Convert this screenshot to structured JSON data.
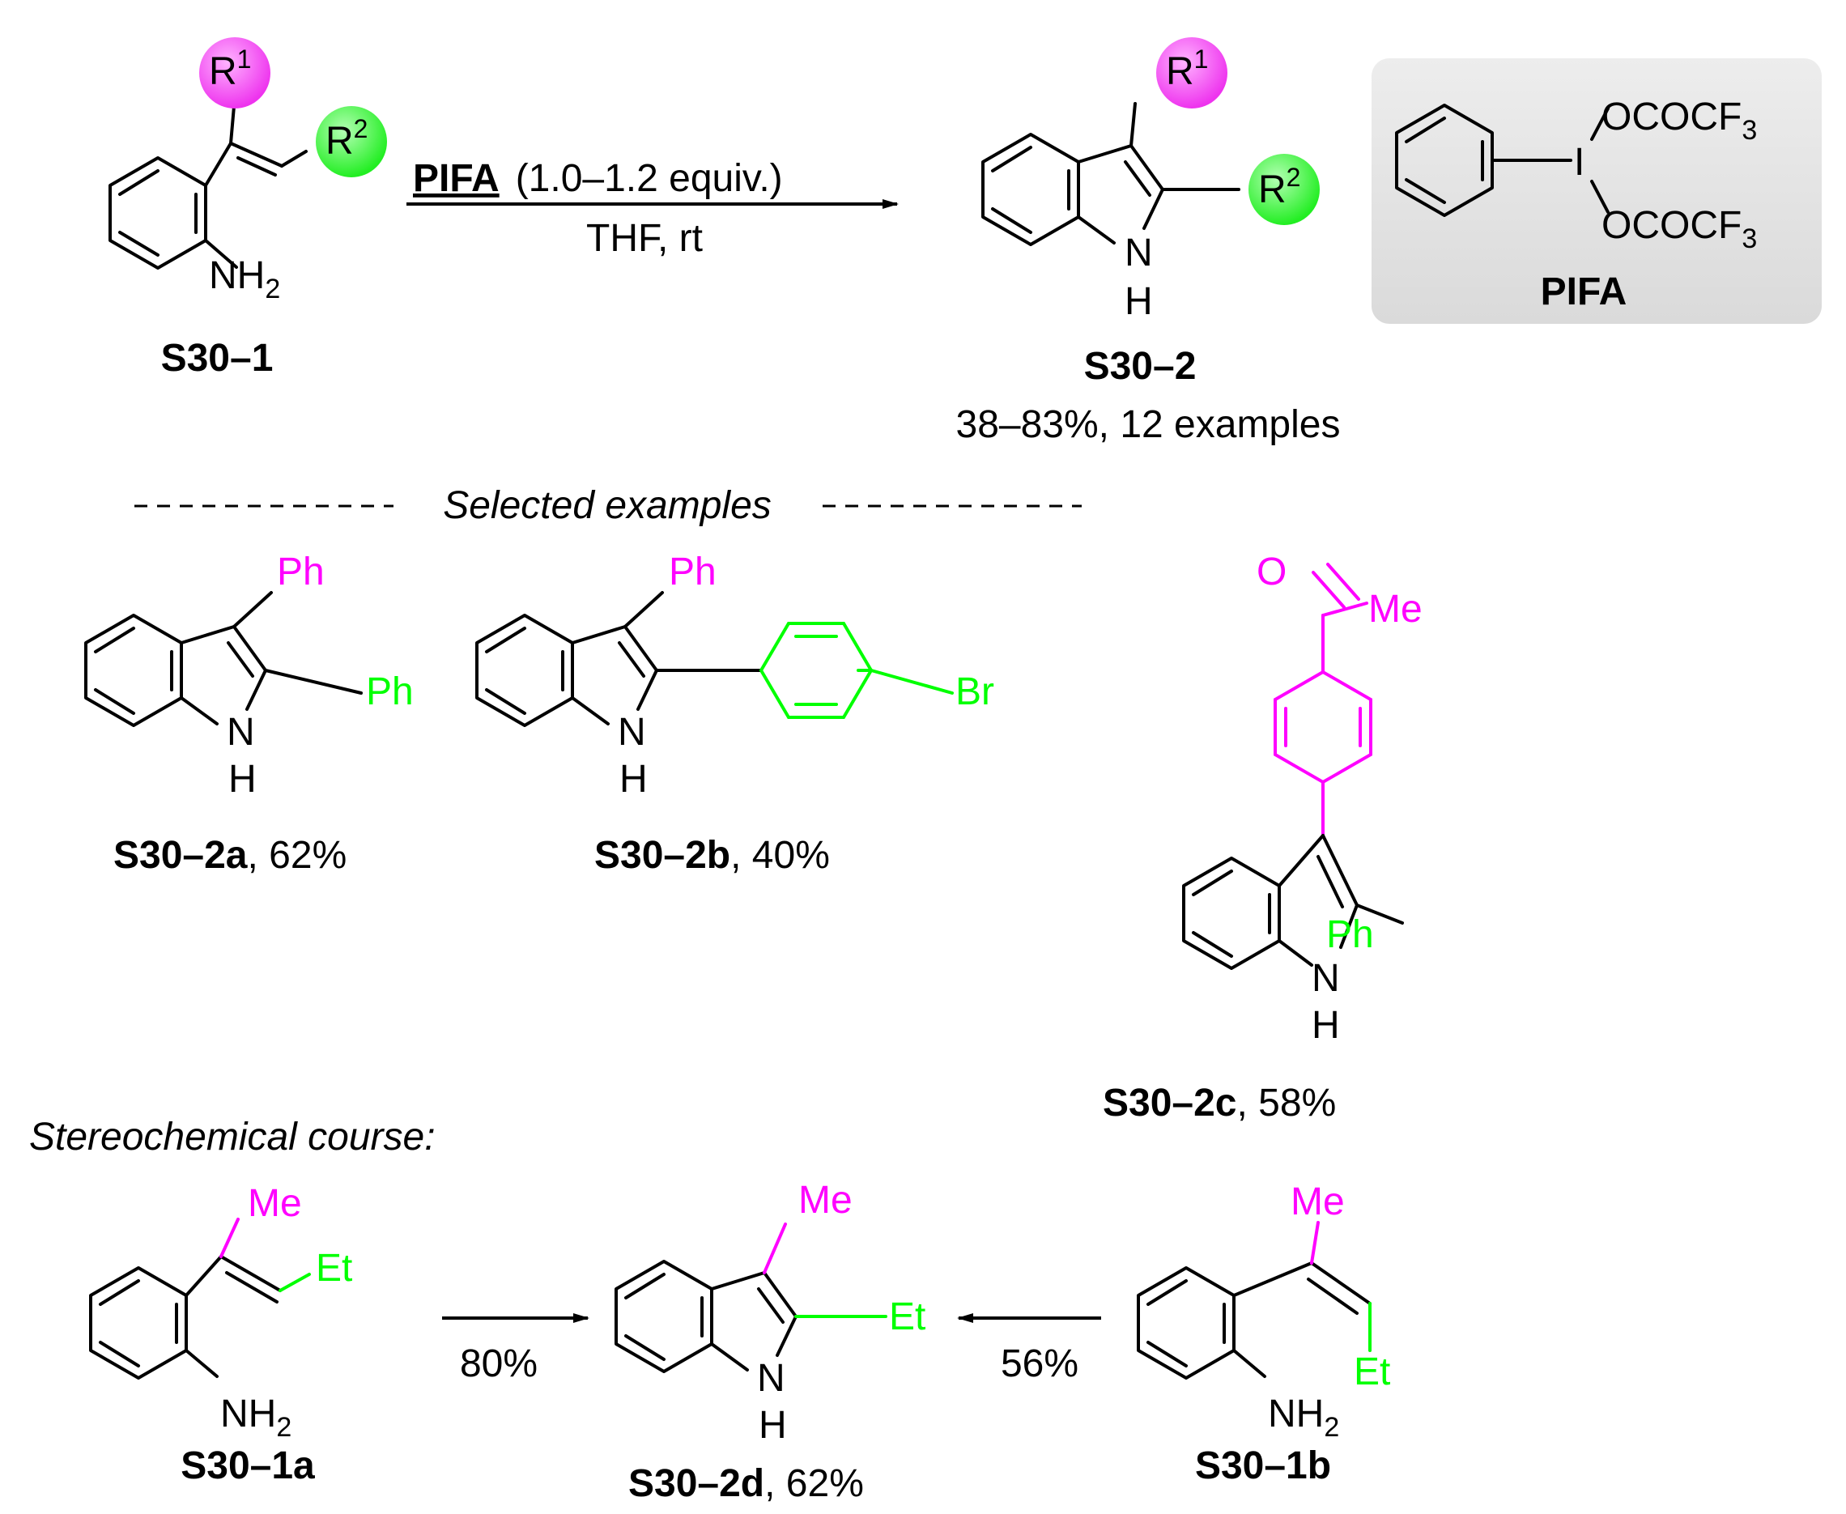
{
  "reaction": {
    "reagent_bold": "PIFA",
    "reagent_conditions": "(1.0–1.2 equiv.)",
    "solvent": "THF,  rt"
  },
  "start": {
    "label": "S30–1",
    "r1": "R",
    "r1_sup": "1",
    "r2": "R",
    "r2_sup": "2",
    "nh2": "NH",
    "nh2_sub": "2"
  },
  "product": {
    "label": "S30–2",
    "yield_range": "38–83%, 12 examples",
    "r1": "R",
    "r1_sup": "1",
    "r2": "R",
    "r2_sup": "2",
    "n": "N",
    "h": "H"
  },
  "pifa_box": {
    "label": "PIFA",
    "i": "I",
    "ligand_top": "OCOCF",
    "ligand_top_sub": "3",
    "ligand_bottom": "OCOCF",
    "ligand_bottom_sub": "3"
  },
  "selected_heading": "Selected examples",
  "examples": [
    {
      "id": "S30–2a",
      "yield": ", 62%",
      "top_sub": "Ph",
      "side_sub": "Ph"
    },
    {
      "id": "S30–2b",
      "yield": ", 40%",
      "top_sub": "Ph",
      "side_sub": "Br"
    },
    {
      "id": "S30–2c",
      "yield": ", 58%",
      "o": "O",
      "me": "Me",
      "side_sub": "Ph"
    }
  ],
  "stereo": {
    "heading": "Stereochemical course:",
    "left": {
      "label": "S30–1a",
      "me": "Me",
      "et": "Et",
      "nh2": "NH",
      "nh2_sub": "2",
      "arrow_yield": "80%"
    },
    "center": {
      "label": "S30–2d",
      "yield": ", 62%",
      "me": "Me",
      "et": "Et",
      "n": "N",
      "h": "H"
    },
    "right": {
      "label": "S30–1b",
      "me": "Me",
      "et": "Et",
      "nh2": "NH",
      "nh2_sub": "2",
      "arrow_yield": "56%"
    }
  },
  "colors": {
    "magenta": "#ff00ff",
    "green": "#00ff00",
    "box_gray": "#e6e6e6"
  }
}
